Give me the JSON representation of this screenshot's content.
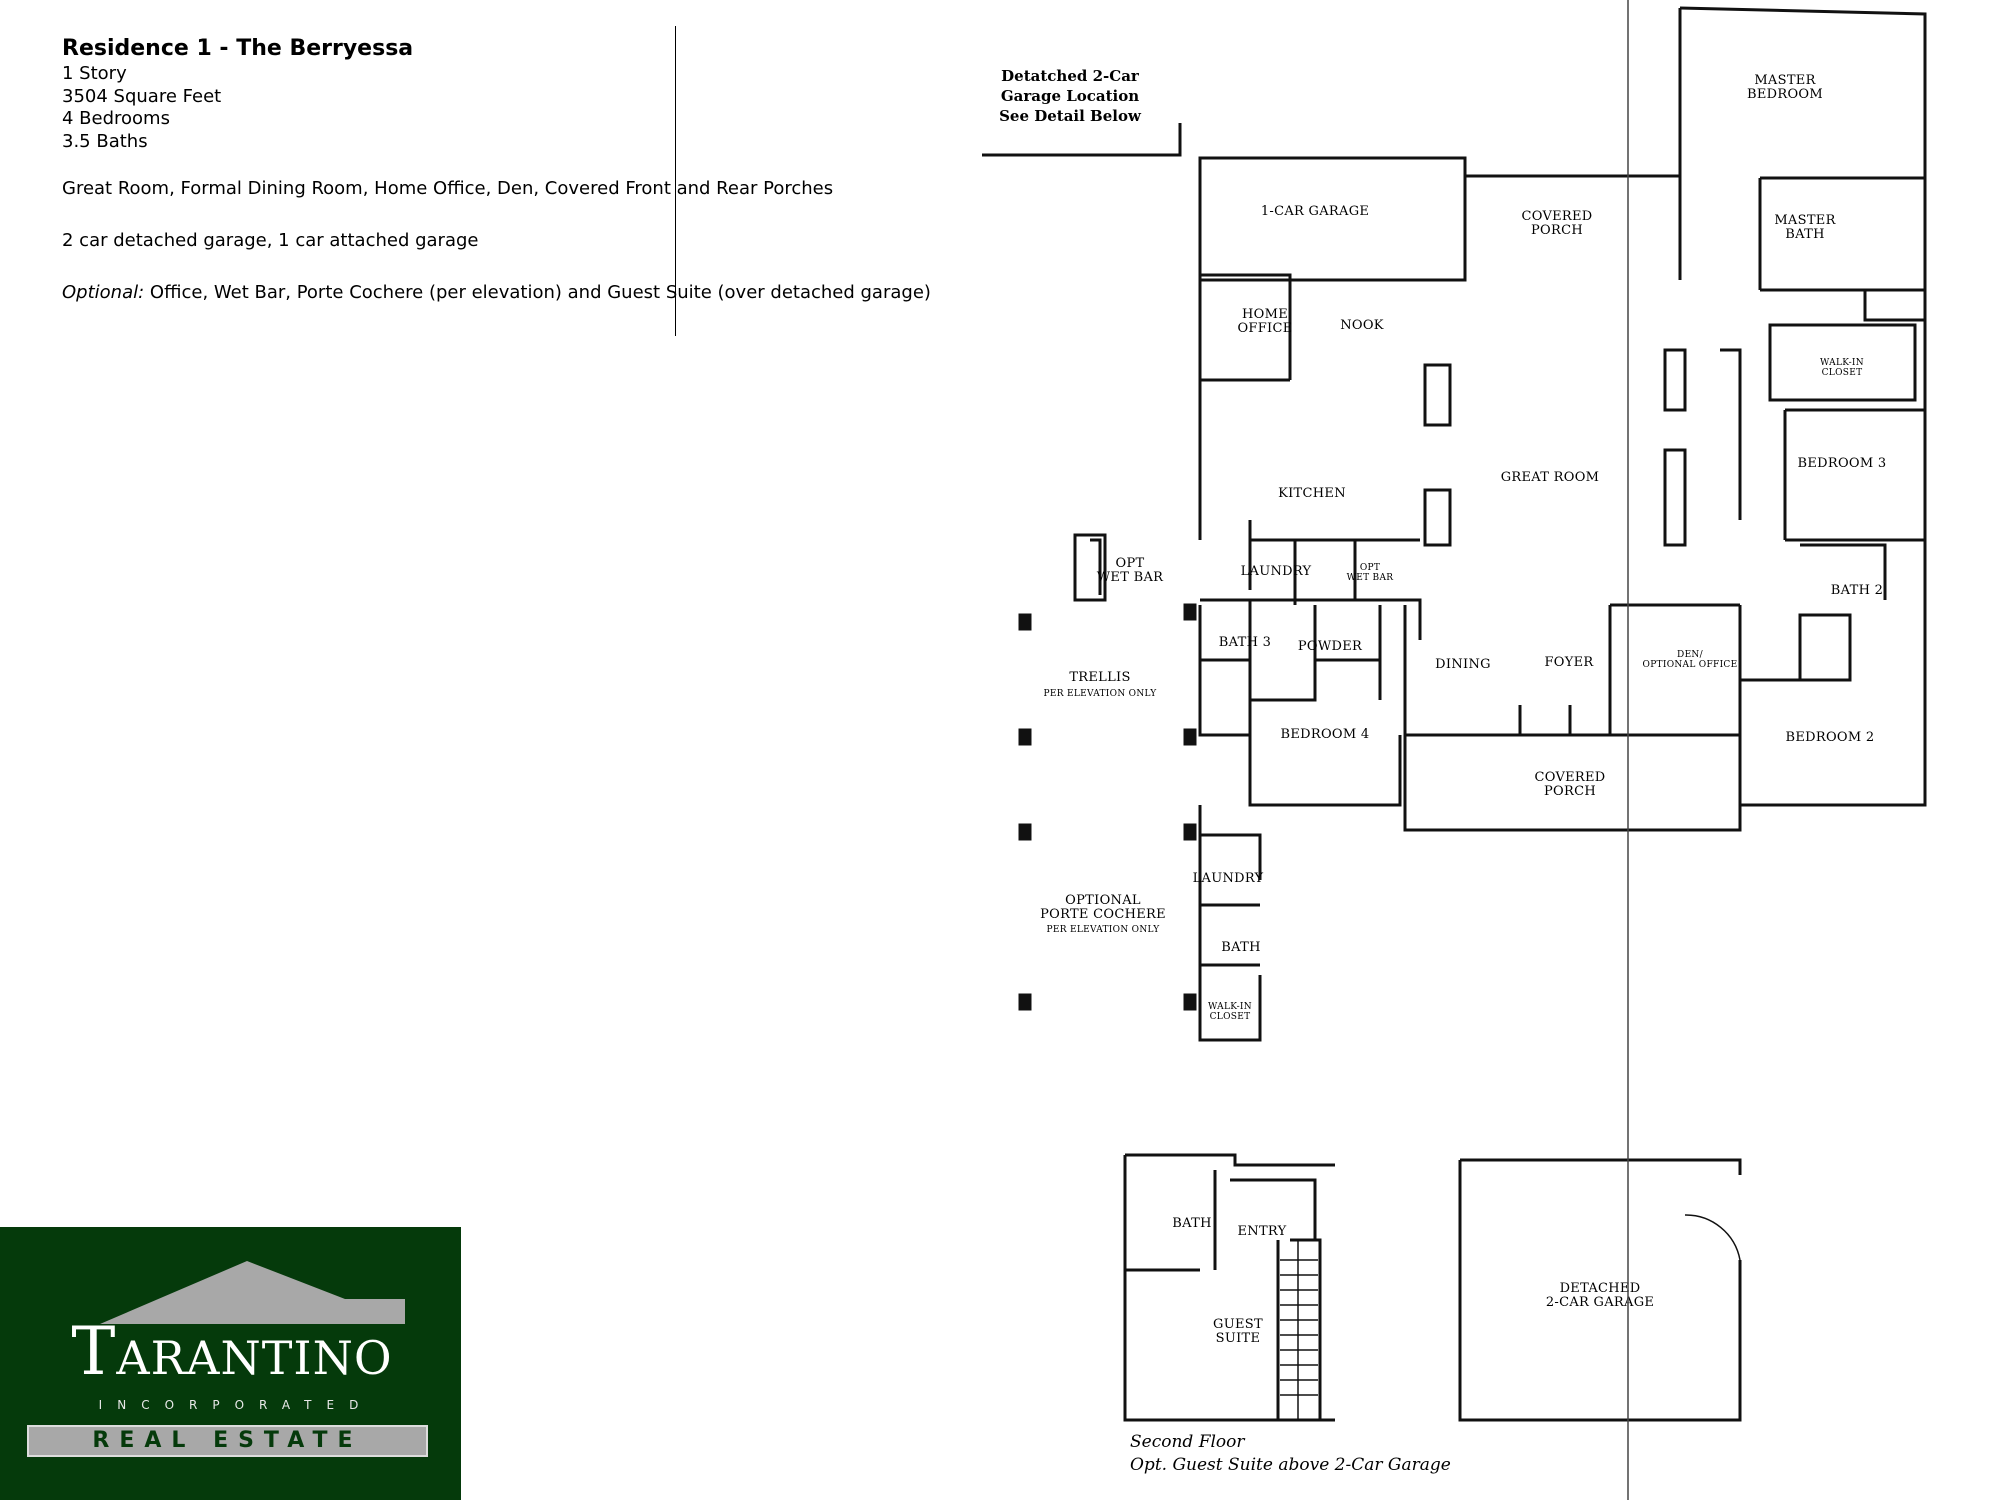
{
  "info": {
    "title": "Residence 1 - The Berryessa",
    "stories": "1 Story",
    "sqft": "3504 Square Feet",
    "bedrooms": "4 Bedrooms",
    "baths": "3.5 Baths",
    "features": "Great Room, Formal Dining Room, Home Office, Den, Covered Front and Rear Porches",
    "garage": "2 car detached garage, 1 car attached garage",
    "optional_label": "Optional:",
    "optional_text": "Office, Wet Bar, Porte Cochere (per elevation) and Guest Suite (over detached garage)"
  },
  "plan": {
    "callout": "Detatched 2-Car\nGarage Location\nSee Detail Below",
    "rooms": {
      "master_bedroom": "MASTER\nBEDROOM",
      "master_bath": "MASTER\nBATH",
      "one_car_garage": "1-CAR GARAGE",
      "covered_porch_rear": "COVERED\nPORCH",
      "home_office": "HOME\nOFFICE",
      "nook": "NOOK",
      "walk_in_closet_master": "WALK-IN\nCLOSET",
      "kitchen": "KITCHEN",
      "great_room": "GREAT ROOM",
      "bedroom_3": "BEDROOM 3",
      "laundry": "LAUNDRY",
      "opt_wet_bar_small": "OPT\nWET BAR",
      "opt_wet_bar": "OPT\nWET BAR",
      "bath_2": "BATH 2",
      "bath_3": "BATH 3",
      "powder": "POWDER",
      "dining": "DINING",
      "foyer": "FOYER",
      "den": "DEN/\nOPTIONAL OFFICE",
      "trellis": "TRELLIS",
      "trellis_note": "PER ELEVATION ONLY",
      "bedroom_4": "BEDROOM 4",
      "bedroom_2": "BEDROOM 2",
      "covered_porch_front": "COVERED\nPORCH",
      "laundry_guest": "LAUNDRY",
      "porte_cochere": "OPTIONAL\nPORTE COCHERE",
      "porte_note": "PER ELEVATION ONLY",
      "bath_lower": "BATH",
      "walk_in_closet_lower": "WALK-IN\nCLOSET",
      "bath_upper": "BATH",
      "entry": "ENTRY",
      "guest_suite": "GUEST\nSUITE",
      "detached_garage": "DETACHED\n2-CAR GARAGE"
    },
    "caption_line1": "Second Floor",
    "caption_line2": "Opt. Guest Suite above 2-Car Garage"
  },
  "logo": {
    "name": "Tarantino",
    "sub": "INCORPORATED",
    "bar": "REAL ESTATE",
    "colors": {
      "bg": "#053a0b",
      "roof": "#a8a8a8"
    }
  }
}
